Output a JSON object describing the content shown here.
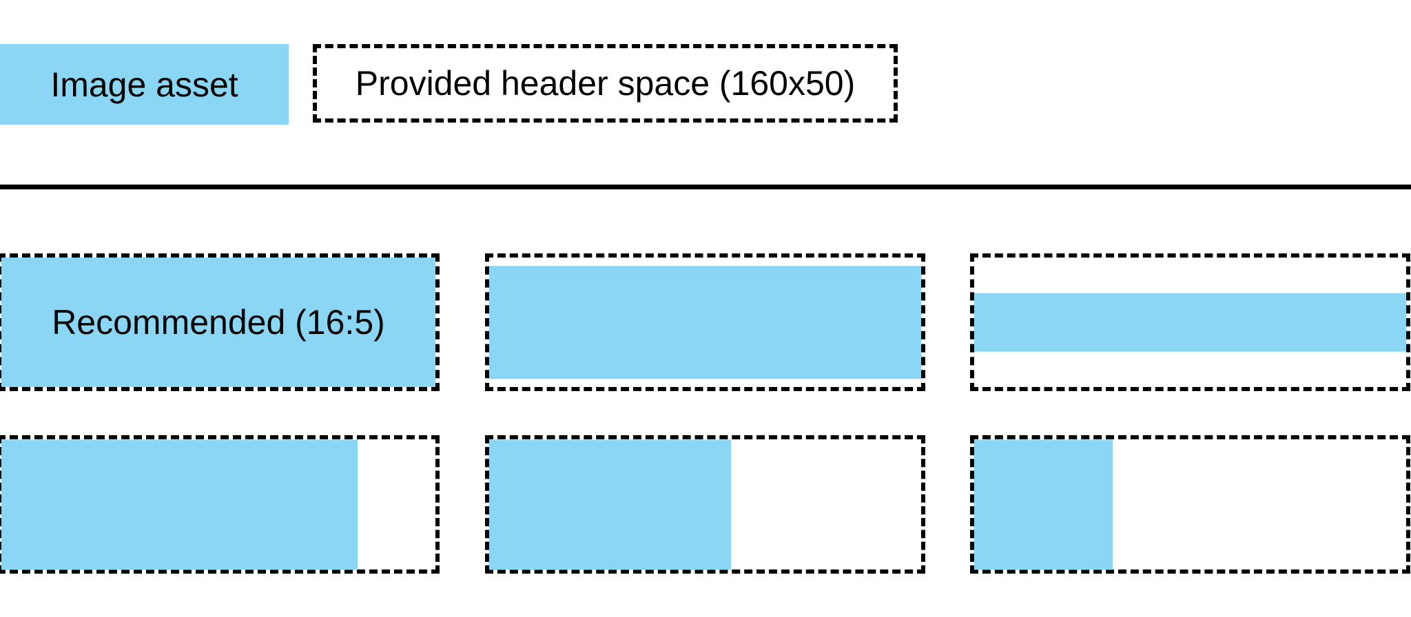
{
  "legend": {
    "image_asset_label": "Image asset",
    "header_space_label": "Provided header space (160x50)"
  },
  "examples": {
    "row_wide": [
      {
        "id": "recommended-16-5",
        "label": "Recommended (16:5)",
        "fill_width": "100%",
        "fill_height": "100%"
      },
      {
        "id": "wider-than-recommended",
        "fill_width": "100%",
        "fill_height": "87%"
      },
      {
        "id": "much-wider-than-recommended",
        "fill_width": "100%",
        "fill_height": "45%"
      }
    ],
    "row_narrow": [
      {
        "id": "narrower-large",
        "fill_width": "82%",
        "fill_height": "100%"
      },
      {
        "id": "narrower-medium",
        "fill_width": "56%",
        "fill_height": "100%"
      },
      {
        "id": "narrower-small",
        "fill_width": "32%",
        "fill_height": "100%"
      }
    ]
  },
  "colors": {
    "asset_blue": "#8AD6F4",
    "ink": "#000000",
    "background": "#FFFFFF"
  }
}
